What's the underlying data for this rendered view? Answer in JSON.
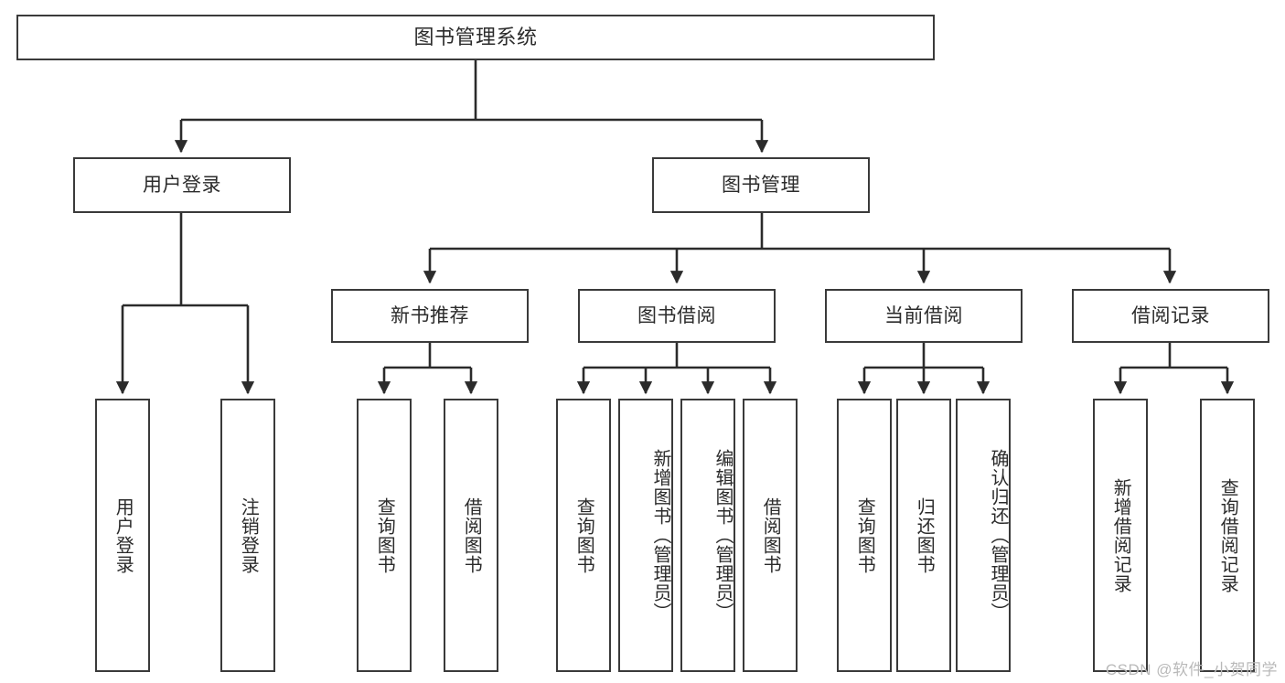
{
  "diagram": {
    "title": "图书管理系统",
    "watermark": "CSDN @软件_小贺同学",
    "stroke_color": "#3a3a3a",
    "text_color": "#2b2b2b",
    "background_color": "#ffffff",
    "root": {
      "label": "图书管理系统"
    },
    "level2": [
      {
        "label": "用户登录"
      },
      {
        "label": "图书管理"
      }
    ],
    "level3": [
      {
        "label": "新书推荐"
      },
      {
        "label": "图书借阅"
      },
      {
        "label": "当前借阅"
      },
      {
        "label": "借阅记录"
      }
    ],
    "leaves": {
      "user_login": [
        {
          "label": "用户登录"
        },
        {
          "label": "注销登录"
        }
      ],
      "new_book": [
        {
          "label": "查询图书"
        },
        {
          "label": "借阅图书"
        }
      ],
      "book_borrow": [
        {
          "label": "查询图书"
        },
        {
          "label": "新增图书（管理员）"
        },
        {
          "label": "编辑图书（管理员）"
        },
        {
          "label": "借阅图书"
        }
      ],
      "current_borrow": [
        {
          "label": "查询图书"
        },
        {
          "label": "归还图书"
        },
        {
          "label": "确认归还（管理员）"
        }
      ],
      "borrow_record": [
        {
          "label": "新增借阅记录"
        },
        {
          "label": "查询借阅记录"
        }
      ]
    }
  }
}
